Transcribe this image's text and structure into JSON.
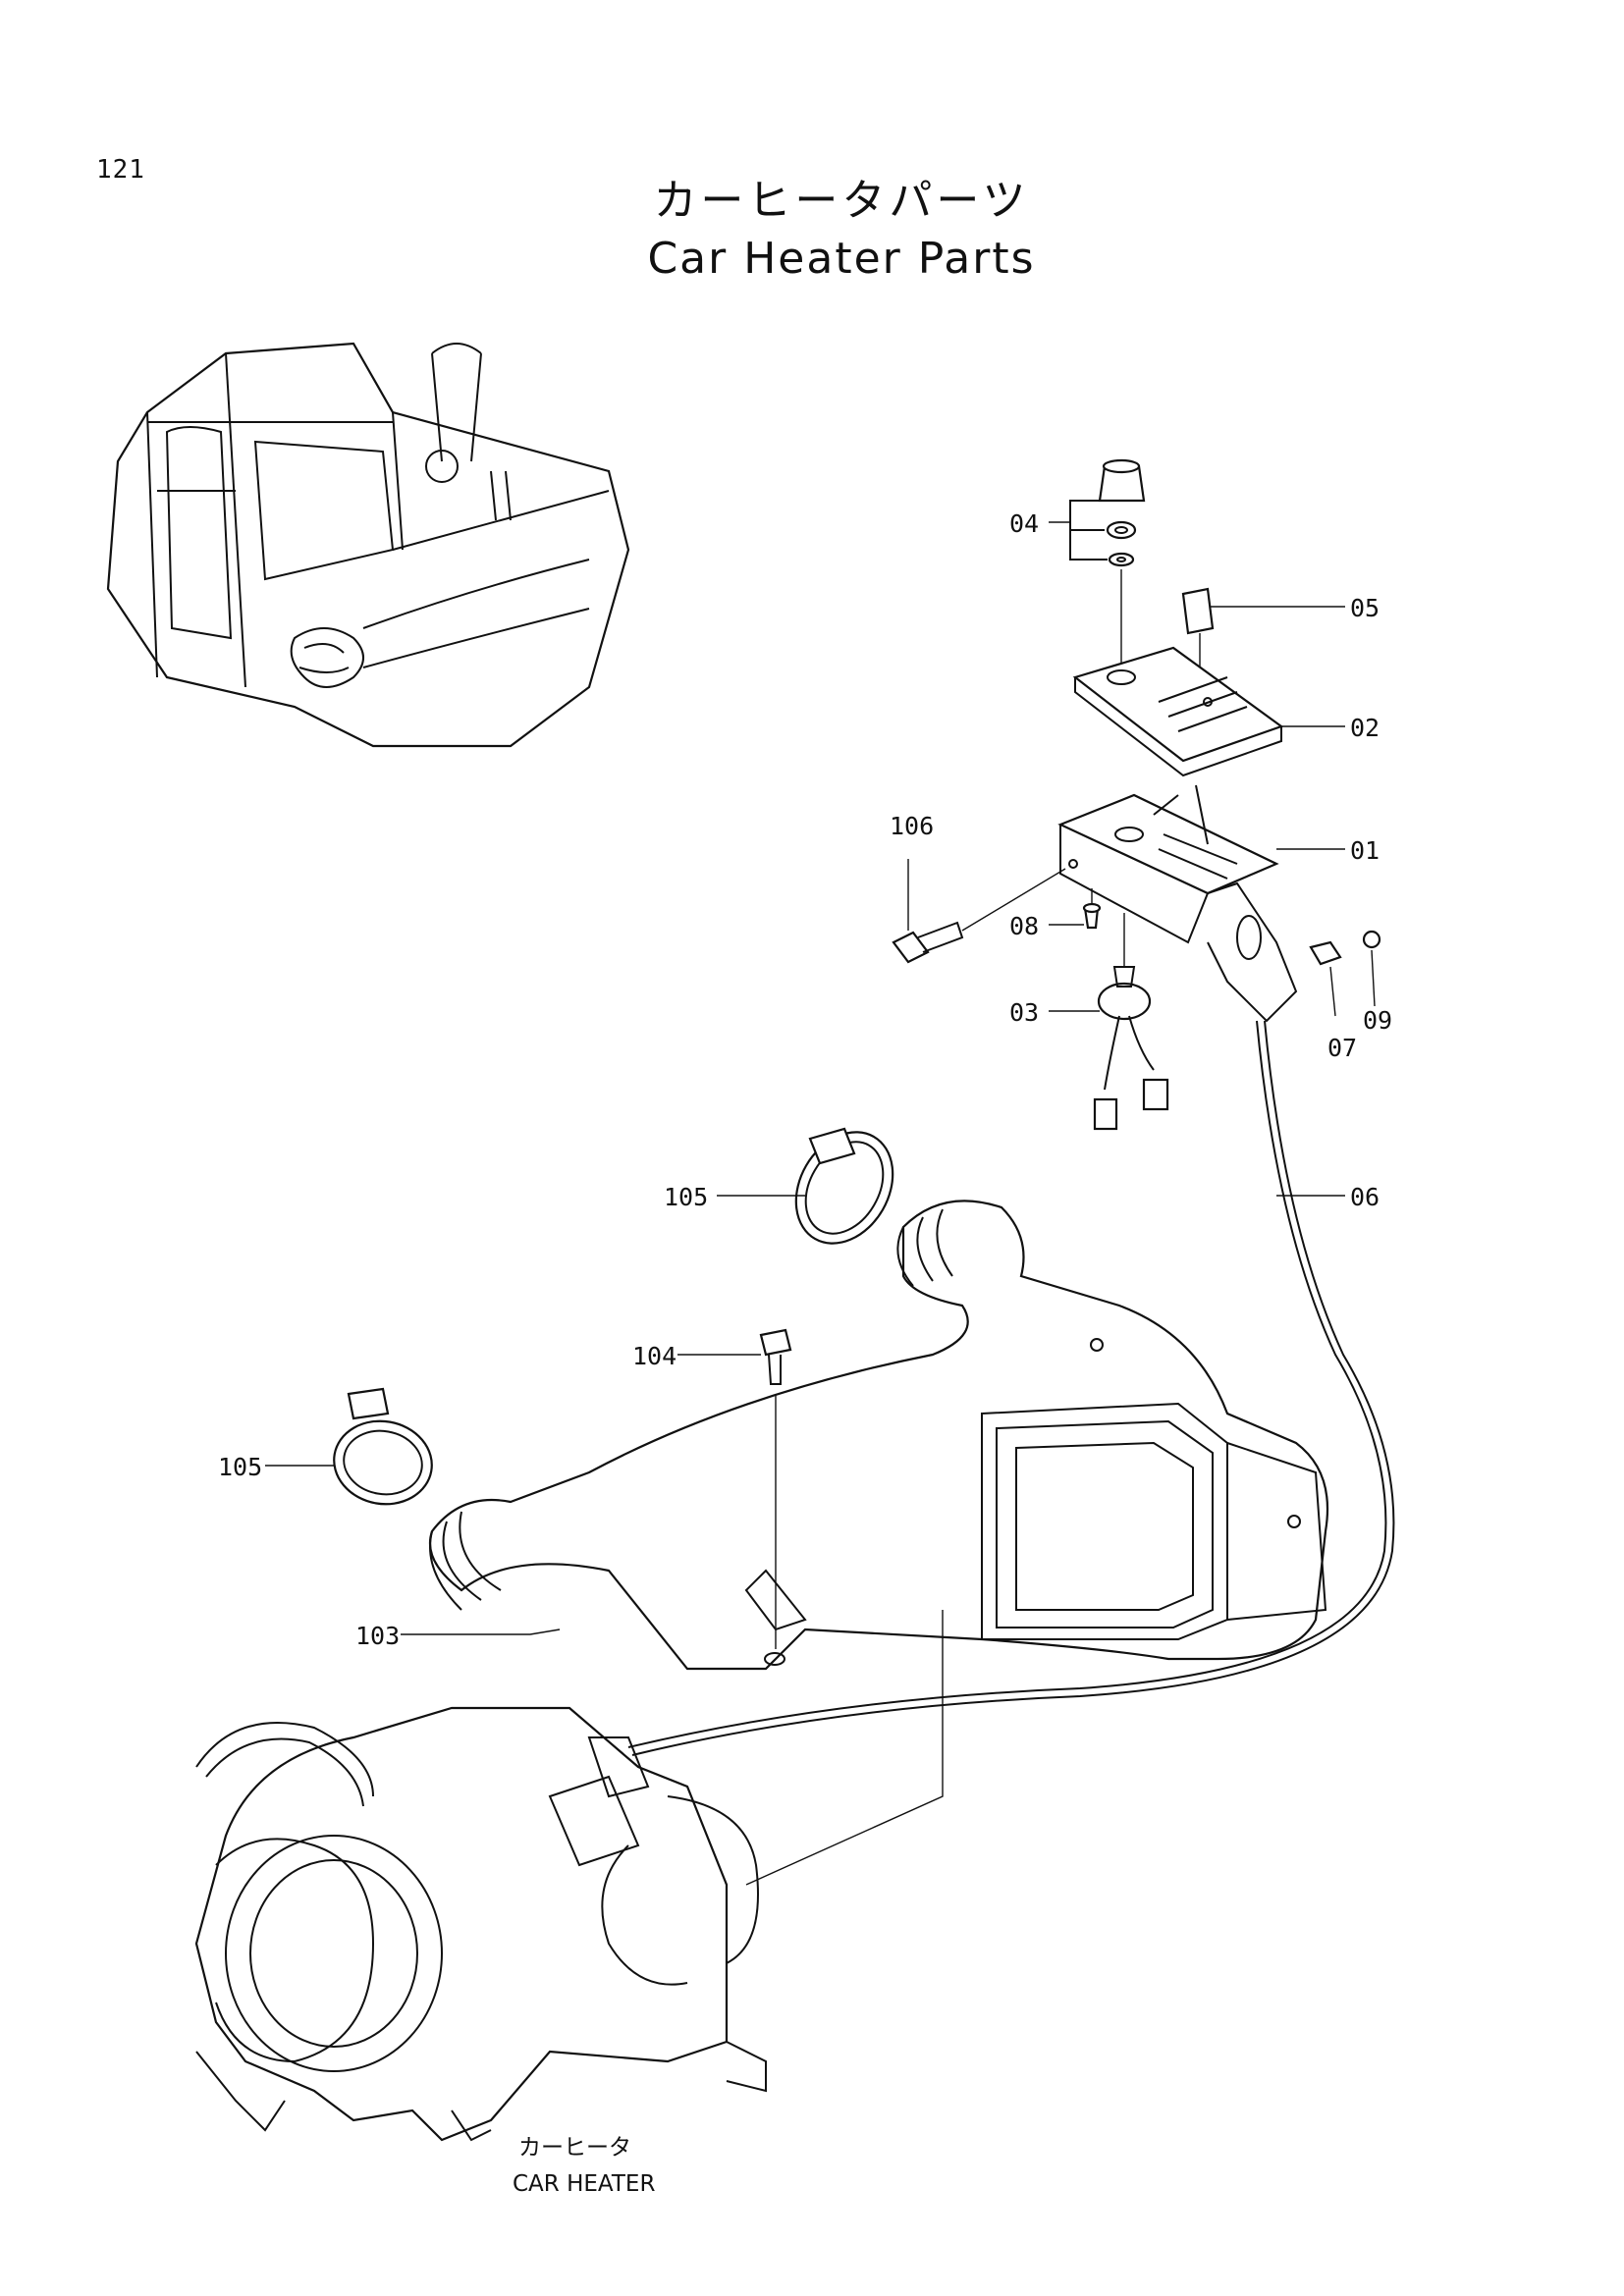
{
  "page_number": "121",
  "title_jp": "カーヒータパーツ",
  "title_en": "Car Heater Parts",
  "callouts": [
    {
      "id": "01",
      "label": "01"
    },
    {
      "id": "02",
      "label": "02"
    },
    {
      "id": "03",
      "label": "03"
    },
    {
      "id": "04",
      "label": "04"
    },
    {
      "id": "05",
      "label": "05"
    },
    {
      "id": "06",
      "label": "06"
    },
    {
      "id": "07",
      "label": "07"
    },
    {
      "id": "08",
      "label": "08"
    },
    {
      "id": "09",
      "label": "09"
    },
    {
      "id": "103",
      "label": "103"
    },
    {
      "id": "104",
      "label": "104"
    },
    {
      "id": "105a",
      "label": "105"
    },
    {
      "id": "105b",
      "label": "105"
    },
    {
      "id": "106",
      "label": "106"
    }
  ],
  "caption_jp": "カーヒータ",
  "caption_en": "CAR HEATER"
}
